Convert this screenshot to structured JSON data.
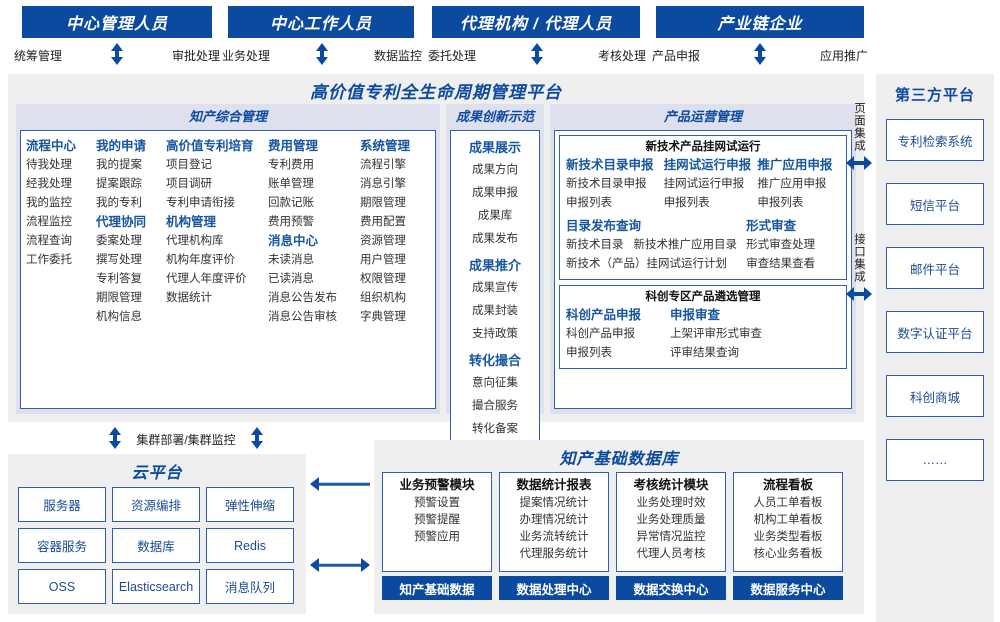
{
  "roles": [
    {
      "title": "中心管理人员",
      "left": "统筹管理",
      "right": "审批处理"
    },
    {
      "title": "中心工作人员",
      "left": "业务处理",
      "right": "数据监控"
    },
    {
      "title": "代理机构 / 代理人员",
      "left": "委托处理",
      "right": "考核处理"
    },
    {
      "title": "产业链企业",
      "left": "产品申报",
      "right": "应用推广"
    }
  ],
  "platform": {
    "title": "高价值专利全生命周期管理平台",
    "groups": {
      "comprehensive": {
        "header": "知产综合管理",
        "columns": [
          {
            "items": [
              {
                "t": "h",
                "v": "流程中心"
              },
              {
                "t": "i",
                "v": "待我处理"
              },
              {
                "t": "i",
                "v": "经我处理"
              },
              {
                "t": "i",
                "v": "我的监控"
              },
              {
                "t": "i",
                "v": "流程监控"
              },
              {
                "t": "i",
                "v": "流程查询"
              },
              {
                "t": "i",
                "v": "工作委托"
              }
            ]
          },
          {
            "items": [
              {
                "t": "h",
                "v": "我的申请"
              },
              {
                "t": "i",
                "v": "我的提案"
              },
              {
                "t": "i",
                "v": "提案跟踪"
              },
              {
                "t": "i",
                "v": "我的专利"
              },
              {
                "t": "h",
                "v": "代理协同"
              },
              {
                "t": "i",
                "v": "委案处理"
              },
              {
                "t": "i",
                "v": "撰写处理"
              },
              {
                "t": "i",
                "v": "专利答复"
              },
              {
                "t": "i",
                "v": "期限管理"
              },
              {
                "t": "i",
                "v": "机构信息"
              }
            ]
          },
          {
            "items": [
              {
                "t": "h",
                "v": "高价值专利培育"
              },
              {
                "t": "i",
                "v": "项目登记"
              },
              {
                "t": "i",
                "v": "项目调研"
              },
              {
                "t": "i",
                "v": "专利申请衔接"
              },
              {
                "t": "h",
                "v": "机构管理"
              },
              {
                "t": "i",
                "v": "代理机构库"
              },
              {
                "t": "i",
                "v": "机构年度评价"
              },
              {
                "t": "i",
                "v": "代理人年度评价"
              },
              {
                "t": "i",
                "v": "数据统计"
              }
            ]
          },
          {
            "items": [
              {
                "t": "h",
                "v": "费用管理"
              },
              {
                "t": "i",
                "v": "专利费用"
              },
              {
                "t": "i",
                "v": "账单管理"
              },
              {
                "t": "i",
                "v": "回款记账"
              },
              {
                "t": "i",
                "v": "费用预警"
              },
              {
                "t": "h",
                "v": "消息中心"
              },
              {
                "t": "i",
                "v": "未读消息"
              },
              {
                "t": "i",
                "v": "已读消息"
              },
              {
                "t": "i",
                "v": "消息公告发布"
              },
              {
                "t": "i",
                "v": "消息公告审核"
              }
            ]
          },
          {
            "items": [
              {
                "t": "h",
                "v": "系统管理"
              },
              {
                "t": "i",
                "v": "流程引擎"
              },
              {
                "t": "i",
                "v": "消息引擎"
              },
              {
                "t": "i",
                "v": "期限管理"
              },
              {
                "t": "i",
                "v": "费用配置"
              },
              {
                "t": "i",
                "v": "资源管理"
              },
              {
                "t": "i",
                "v": "用户管理"
              },
              {
                "t": "i",
                "v": "权限管理"
              },
              {
                "t": "i",
                "v": "组织机构"
              },
              {
                "t": "i",
                "v": "字典管理"
              }
            ]
          }
        ]
      },
      "innovation": {
        "header": "成果创新示范",
        "items": [
          {
            "t": "h",
            "v": "成果展示"
          },
          {
            "t": "i",
            "v": "成果方向"
          },
          {
            "t": "i",
            "v": "成果申报"
          },
          {
            "t": "i",
            "v": "成果库"
          },
          {
            "t": "i",
            "v": "成果发布"
          },
          {
            "t": "h",
            "v": "成果推介"
          },
          {
            "t": "i",
            "v": "成果宣传"
          },
          {
            "t": "i",
            "v": "成果封装"
          },
          {
            "t": "i",
            "v": "支持政策"
          },
          {
            "t": "h",
            "v": "转化撮合"
          },
          {
            "t": "i",
            "v": "意向征集"
          },
          {
            "t": "i",
            "v": "撮合服务"
          },
          {
            "t": "i",
            "v": "转化备案"
          }
        ]
      },
      "operation": {
        "header": "产品运营管理",
        "box1": {
          "title": "新技术产品挂网试运行",
          "col1": {
            "head": "新技术目录申报",
            "items": [
              "新技术目录申报",
              "申报列表"
            ]
          },
          "col2": {
            "head": "挂网试运行申报",
            "items": [
              "挂网试运行申报",
              "申报列表"
            ]
          },
          "col3": {
            "head": "推广应用申报",
            "items": [
              "推广应用申报",
              "申报列表"
            ]
          },
          "col4": {
            "head": "目录发布查询",
            "items_inline": [
              "新技术目录",
              "新技术推广应用目录"
            ],
            "items": [
              "新技术（产品）挂网试运行计划"
            ]
          },
          "col5": {
            "head": "形式审查",
            "items": [
              "形式审查处理",
              "审查结果查看"
            ]
          }
        },
        "box2": {
          "title": "科创专区产品遴选管理",
          "col1": {
            "head": "科创产品申报",
            "items": [
              "科创产品申报",
              "申报列表"
            ]
          },
          "col2": {
            "head": "申报审查",
            "items": [
              "上架评审形式审查",
              "评审结果查询"
            ]
          }
        }
      }
    }
  },
  "integration": {
    "page": "页面集成",
    "api": "接口集成"
  },
  "third_party": {
    "title": "第三方平台",
    "items": [
      "专利检索系统",
      "短信平台",
      "邮件平台",
      "数字认证平台",
      "科创商城",
      "……"
    ]
  },
  "cluster": {
    "label": "集群部署/集群监控"
  },
  "cloud": {
    "title": "云平台",
    "items": [
      "服务器",
      "资源编排",
      "弹性伸缩",
      "容器服务",
      "数据库",
      "Redis",
      "OSS",
      "Elasticsearch",
      "消息队列"
    ]
  },
  "database": {
    "title": "知产基础数据库",
    "columns": [
      {
        "head": "业务预警模块",
        "items": [
          "预警设置",
          "预警提醒",
          "预警应用"
        ],
        "bottom": "知产基础数据"
      },
      {
        "head": "数据统计报表",
        "items": [
          "提案情况统计",
          "办理情况统计",
          "业务流转统计",
          "代理服务统计"
        ],
        "bottom": "数据处理中心"
      },
      {
        "head": "考核统计模块",
        "items": [
          "业务处理时效",
          "业务处理质量",
          "异常情况监控",
          "代理人员考核"
        ],
        "bottom": "数据交换中心"
      },
      {
        "head": "流程看板",
        "items": [
          "人员工单看板",
          "机构工单看板",
          "业务类型看板",
          "核心业务看板"
        ],
        "bottom": "数据服务中心"
      }
    ]
  },
  "colors": {
    "dark_blue": "#0b4a9e",
    "mid_blue": "#2f5fae",
    "panel_gray": "#efefef",
    "band_lavender": "#dfe0ee"
  }
}
